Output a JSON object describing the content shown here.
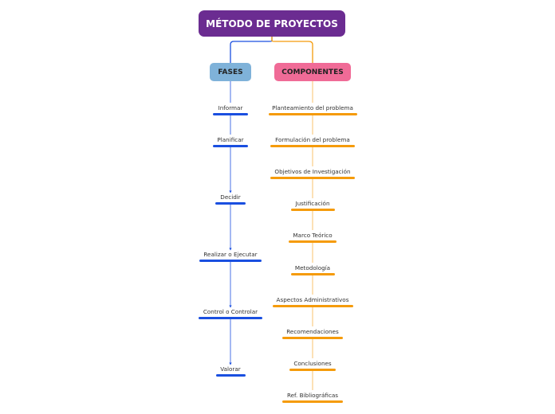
{
  "root": {
    "label": "MÉTODO DE PROYECTOS",
    "color": "#6b2c91"
  },
  "branches": {
    "fases": {
      "label": "FASES",
      "color": "#7fb2d9",
      "line_color": "#1a4fe0",
      "items": [
        "Informar",
        "Planificar",
        "Decidir",
        "Realizar o Ejecutar",
        "Control o Controlar",
        "Valorar"
      ]
    },
    "componentes": {
      "label": "COMPONENTES",
      "color": "#f06b97",
      "line_color": "#f59b0a",
      "items": [
        "Planteamiento del problema",
        "Formulación del problema",
        "Objetivos de Investigación",
        "Justificación",
        "Marco Teórico",
        "Metodología",
        "Aspectos Administrativos",
        "Recomendaciones",
        "Conclusiones",
        "Ref. Bibliográficas"
      ]
    }
  }
}
